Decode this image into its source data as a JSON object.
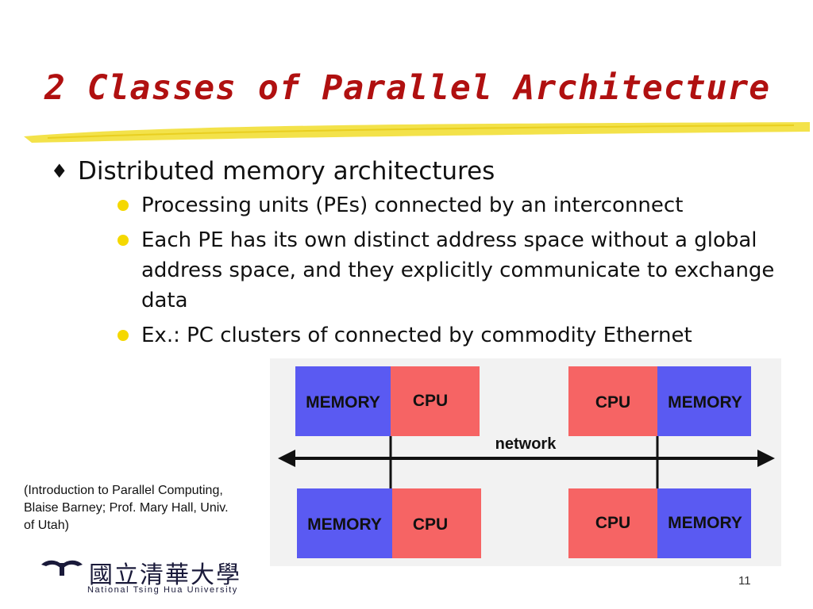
{
  "title": "2 Classes of Parallel Architecture",
  "bullet": {
    "text": "Distributed memory architectures",
    "subs": [
      "Processing units (PEs) connected by an interconnect",
      "Each PE has its own distinct address space without a global address space, and they explicitly communicate to exchange data",
      "Ex.: PC clusters of connected by commodity Ethernet"
    ]
  },
  "citation": {
    "line1": "(Introduction to Parallel Computing,",
    "line2": "Blaise Barney;  Prof. Mary Hall, Univ.",
    "line3": "of Utah)"
  },
  "diagram": {
    "network_label": "network",
    "nodes": [
      {
        "left_label": "MEMORY",
        "right_label": "CPU"
      },
      {
        "left_label": "CPU",
        "right_label": "MEMORY"
      },
      {
        "left_label": "MEMORY",
        "right_label": "CPU"
      },
      {
        "left_label": "CPU",
        "right_label": "MEMORY"
      }
    ],
    "colors": {
      "memory": "#5a5af2",
      "cpu": "#f66464",
      "background": "#f2f2f2",
      "line": "#111111"
    }
  },
  "logo": {
    "chinese": "國立清華大學",
    "english": "National Tsing Hua University"
  },
  "page_number": "11",
  "colors": {
    "title": "#b01010",
    "bullet_dot": "#f5d800",
    "underline": "#f3e24a"
  }
}
